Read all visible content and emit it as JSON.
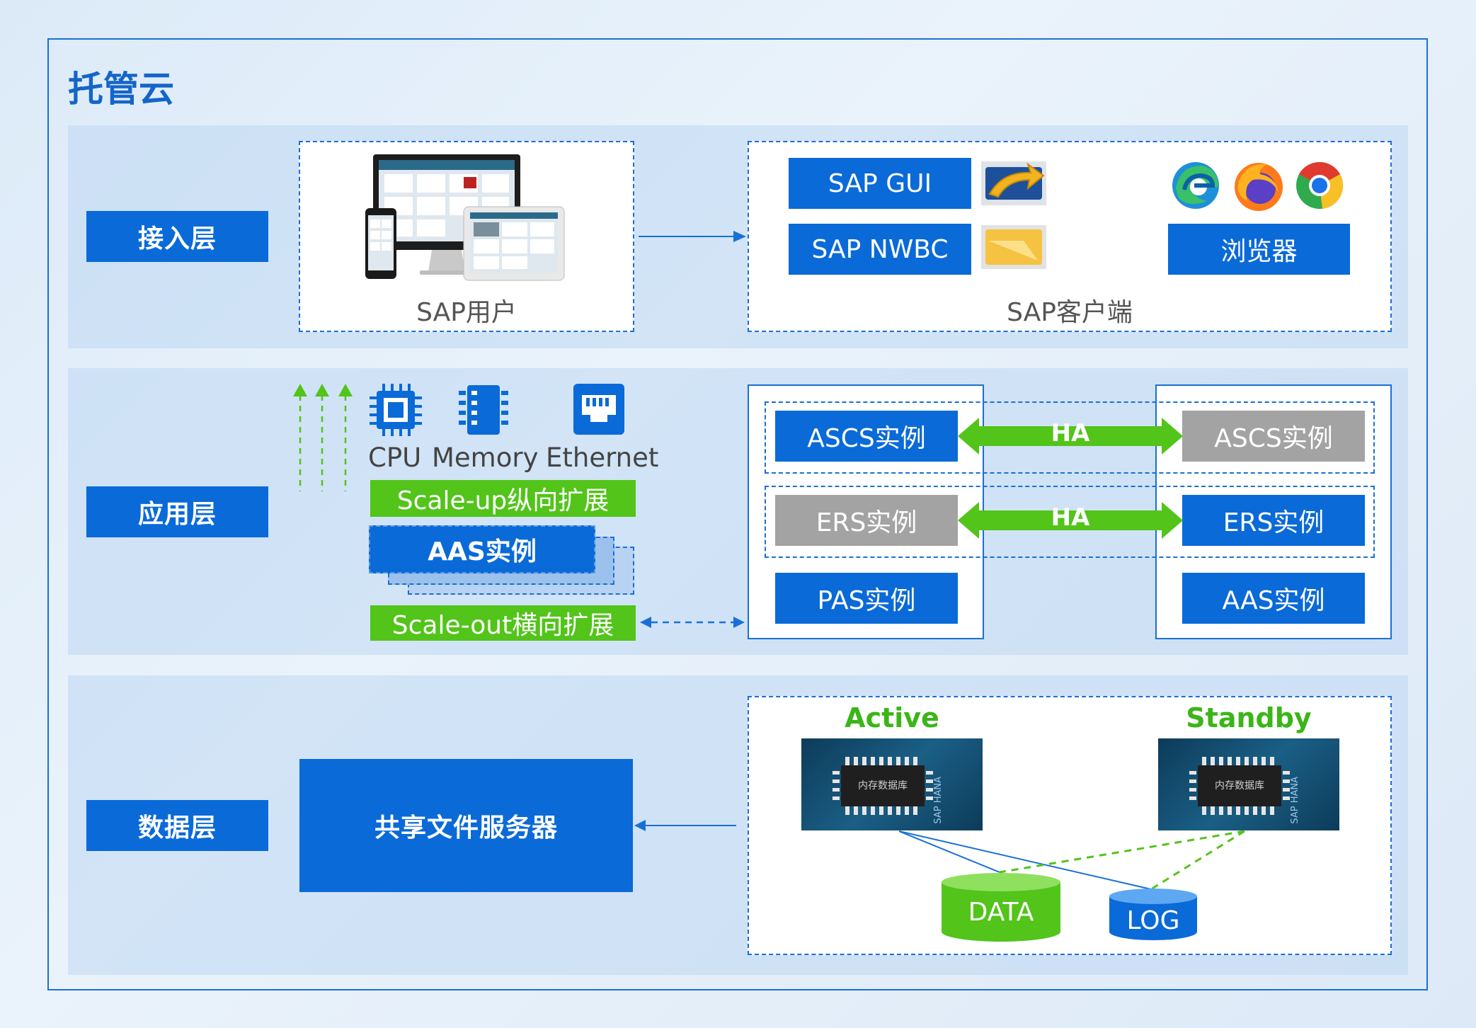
{
  "title": "托管云",
  "layers": {
    "access": "接入层",
    "app": "应用层",
    "data": "数据层"
  },
  "access": {
    "user_caption": "SAP用户",
    "client_caption": "SAP客户端",
    "sap_gui": "SAP GUI",
    "sap_nwbc": "SAP NWBC",
    "browser": "浏览器"
  },
  "app": {
    "hw": [
      "CPU",
      "Memory",
      "Ethernet"
    ],
    "scale_up": "Scale-up纵向扩展",
    "scale_out": "Scale-out横向扩展",
    "aas_stack": "AAS实例",
    "ascs_left": "ASCS实例",
    "ascs_right": "ASCS实例",
    "ers_left": "ERS实例",
    "ers_right": "ERS实例",
    "ha1": "HA",
    "ha2": "HA",
    "pas": "PAS实例",
    "aas_right": "AAS实例"
  },
  "data": {
    "file_server": "共享文件服务器",
    "active": "Active",
    "standby": "Standby",
    "chip_text": "内存数据库",
    "chip_side": "SAP HANA",
    "data_disk": "DATA",
    "log_disk": "LOG"
  },
  "colors": {
    "primary_blue": "#0a6ad8",
    "ha_green": "#52c41a",
    "standby_grey": "#a3a3a3",
    "frame_blue": "#1a6fd6"
  }
}
